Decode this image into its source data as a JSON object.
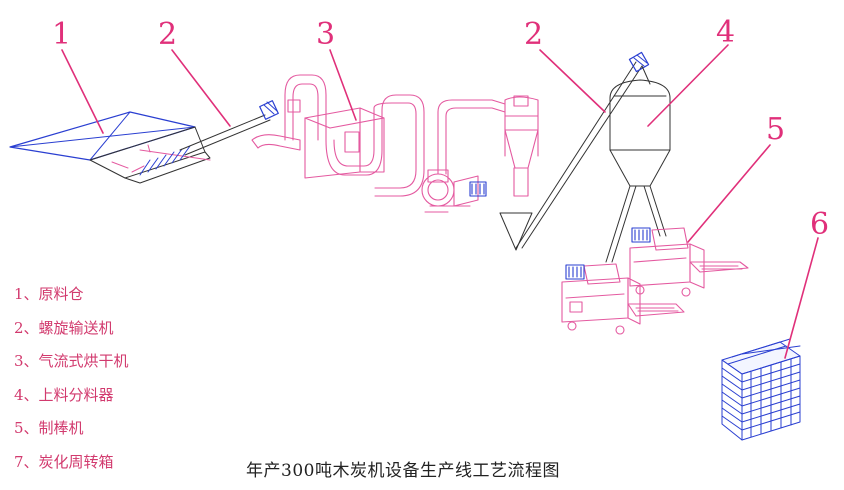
{
  "labels": [
    "1",
    "2",
    "3",
    "2",
    "4",
    "5",
    "6"
  ],
  "legend": [
    "1、原料仓",
    "2、螺旋输送机",
    "3、气流式烘干机",
    "4、上料分料器",
    "5、制棒机",
    "7、炭化周转箱"
  ],
  "caption": "年产300吨木炭机设备生产线工艺流程图",
  "colors": {
    "pink": "#e45aa0",
    "blue": "#2a3fd1",
    "label": "#e0307a",
    "legend": "#d23a6e"
  }
}
